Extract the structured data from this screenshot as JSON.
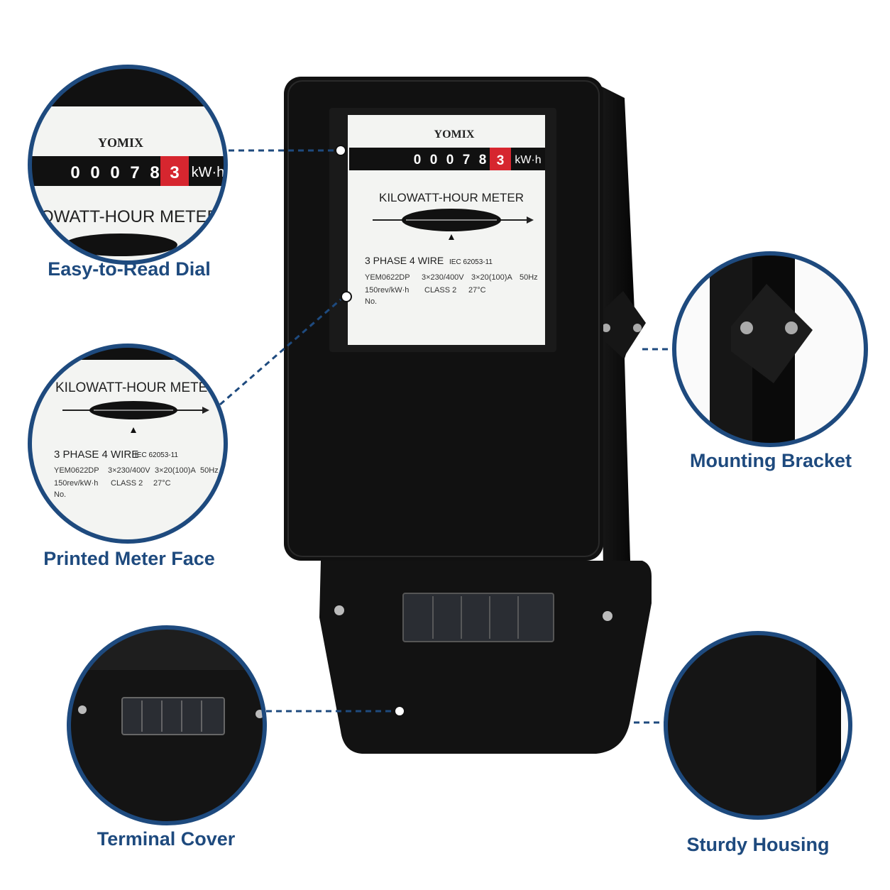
{
  "product": {
    "brand": "YOMIX",
    "title": "KILOWATT-HOUR METER",
    "reading_digits": [
      "0",
      "0",
      "0",
      "7",
      "8"
    ],
    "reading_red_digit": "3",
    "unit": "kW·h",
    "phase_line": "3 PHASE 4 WIRE",
    "standard": "IEC 62053-11",
    "model": "YEM0622DP",
    "voltage": "3×230/400V",
    "current": "3×20(100)A",
    "frequency": "50Hz",
    "constant": "150rev/kW·h",
    "class": "CLASS 2",
    "temperature": "27°C",
    "serial_label": "No."
  },
  "callouts": {
    "dial": "Easy-to-Read Dial",
    "face": "Printed Meter Face",
    "bracket": "Mounting Bracket",
    "terminal": "Terminal Cover",
    "housing": "Sturdy Housing"
  },
  "colors": {
    "accent": "#1e4a7e",
    "housing": "#0f0f0f",
    "face": "#f3f4f2",
    "red": "#d6262f"
  }
}
